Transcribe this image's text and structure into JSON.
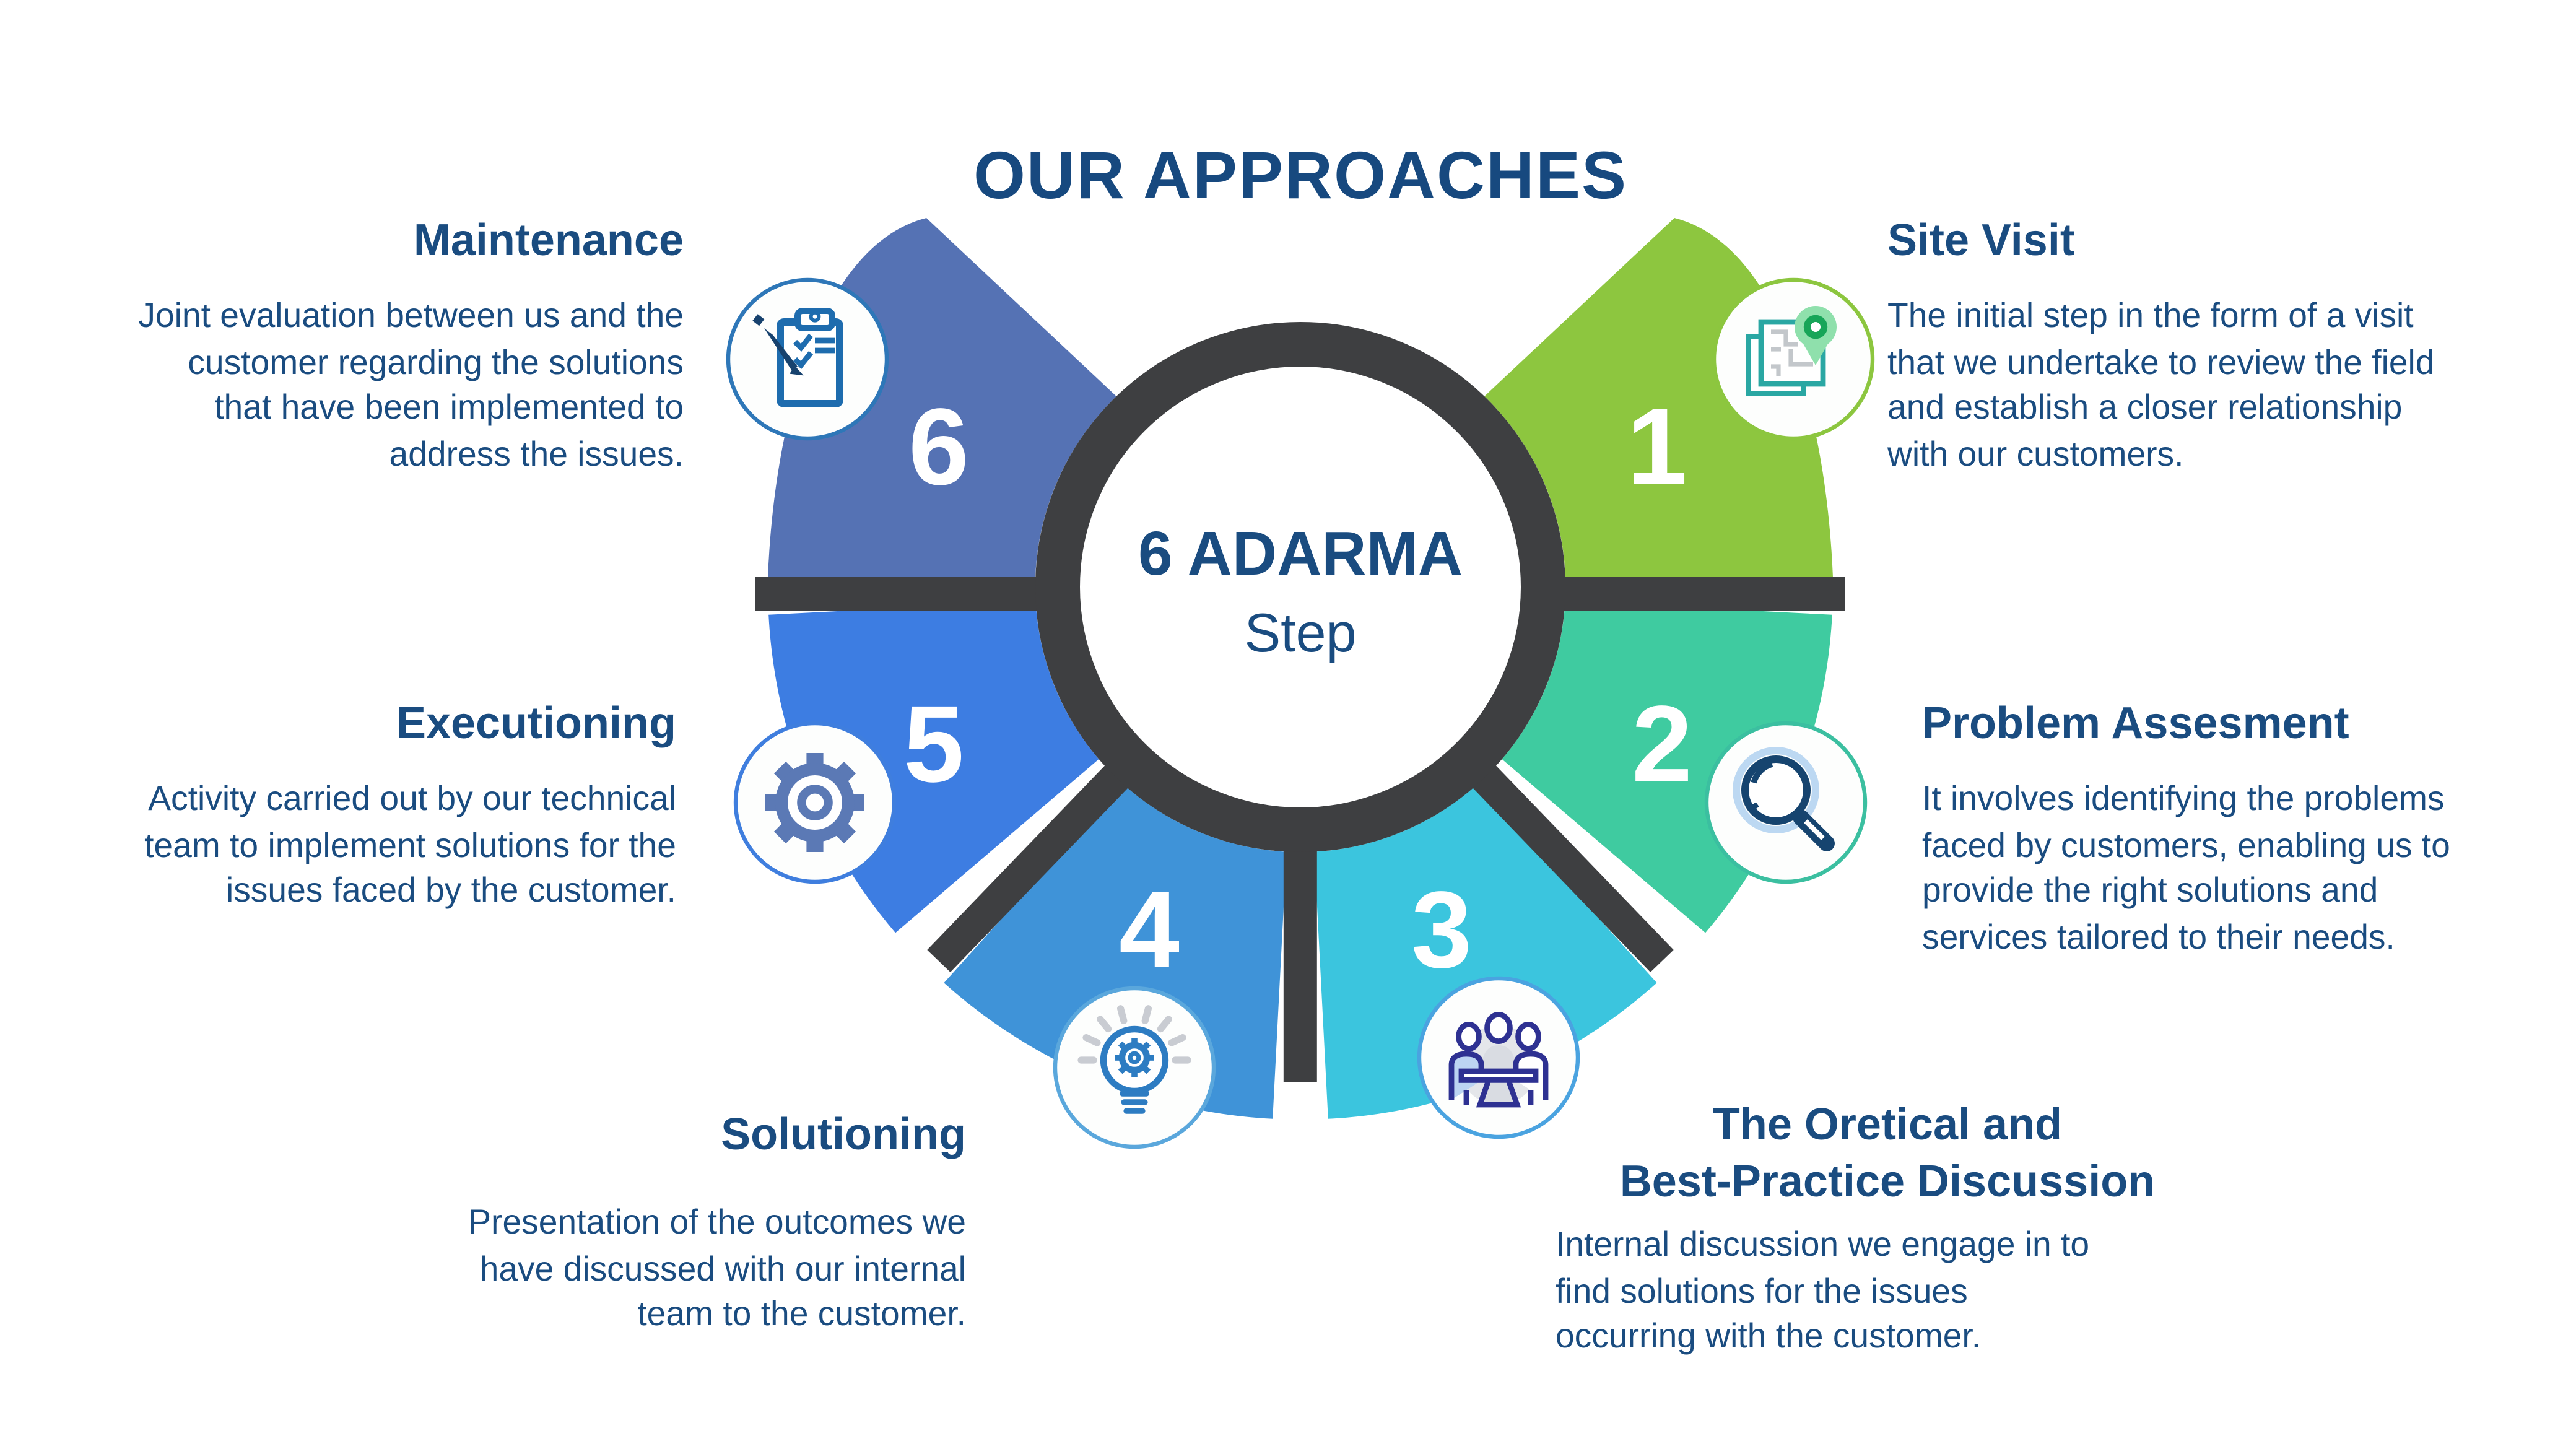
{
  "title": "OUR APPROACHES",
  "center": {
    "title": "6 ADARMA",
    "subtitle": "Step"
  },
  "palette": {
    "ring": "#3e3f41",
    "background": "#ffffff",
    "heading_text": "#1a4c80",
    "title_text": "#17497f"
  },
  "steps": [
    {
      "num": "1",
      "heading": "Site Visit",
      "body": "The initial step in the form of a visit\nthat we undertake to review the field\nand establish a closer relationship\nwith our customers.",
      "color": "#8dc63f",
      "icon_ring": "#8cc63f",
      "icon": "map-pin-icon"
    },
    {
      "num": "2",
      "heading": "Problem Assesment",
      "body": "It involves identifying the problems\nfaced by customers, enabling us to\nprovide the right solutions and\nservices tailored to their needs.",
      "color": "#3fcba0",
      "icon_ring": "#3bbfa0",
      "icon": "magnifier-icon"
    },
    {
      "num": "3",
      "heading": "The Oretical and\nBest-Practice Discussion",
      "body": "Internal discussion we engage in to\nfind solutions for the issues\noccurring with the customer.",
      "color": "#3bc5de",
      "icon_ring": "#4aa3e0",
      "icon": "discussion-icon"
    },
    {
      "num": "4",
      "heading": "Solutioning",
      "body": "Presentation of the outcomes we\nhave discussed with our internal\nteam to the customer.",
      "color": "#3f93d8",
      "icon_ring": "#5aa7dc",
      "icon": "bulb-gear-icon"
    },
    {
      "num": "5",
      "heading": "Executioning",
      "body": "Activity carried out by our technical\nteam to implement solutions for the\nissues faced by the customer.",
      "color": "#3d7de2",
      "icon_ring": "#3f7ede",
      "icon": "gear-icon"
    },
    {
      "num": "6",
      "heading": "Maintenance",
      "body": "Joint evaluation between us and the\ncustomer regarding the solutions\nthat have been implemented to\naddress the issues.",
      "color": "#5572b4",
      "icon_ring": "#2e77b8",
      "icon": "clipboard-icon"
    }
  ]
}
